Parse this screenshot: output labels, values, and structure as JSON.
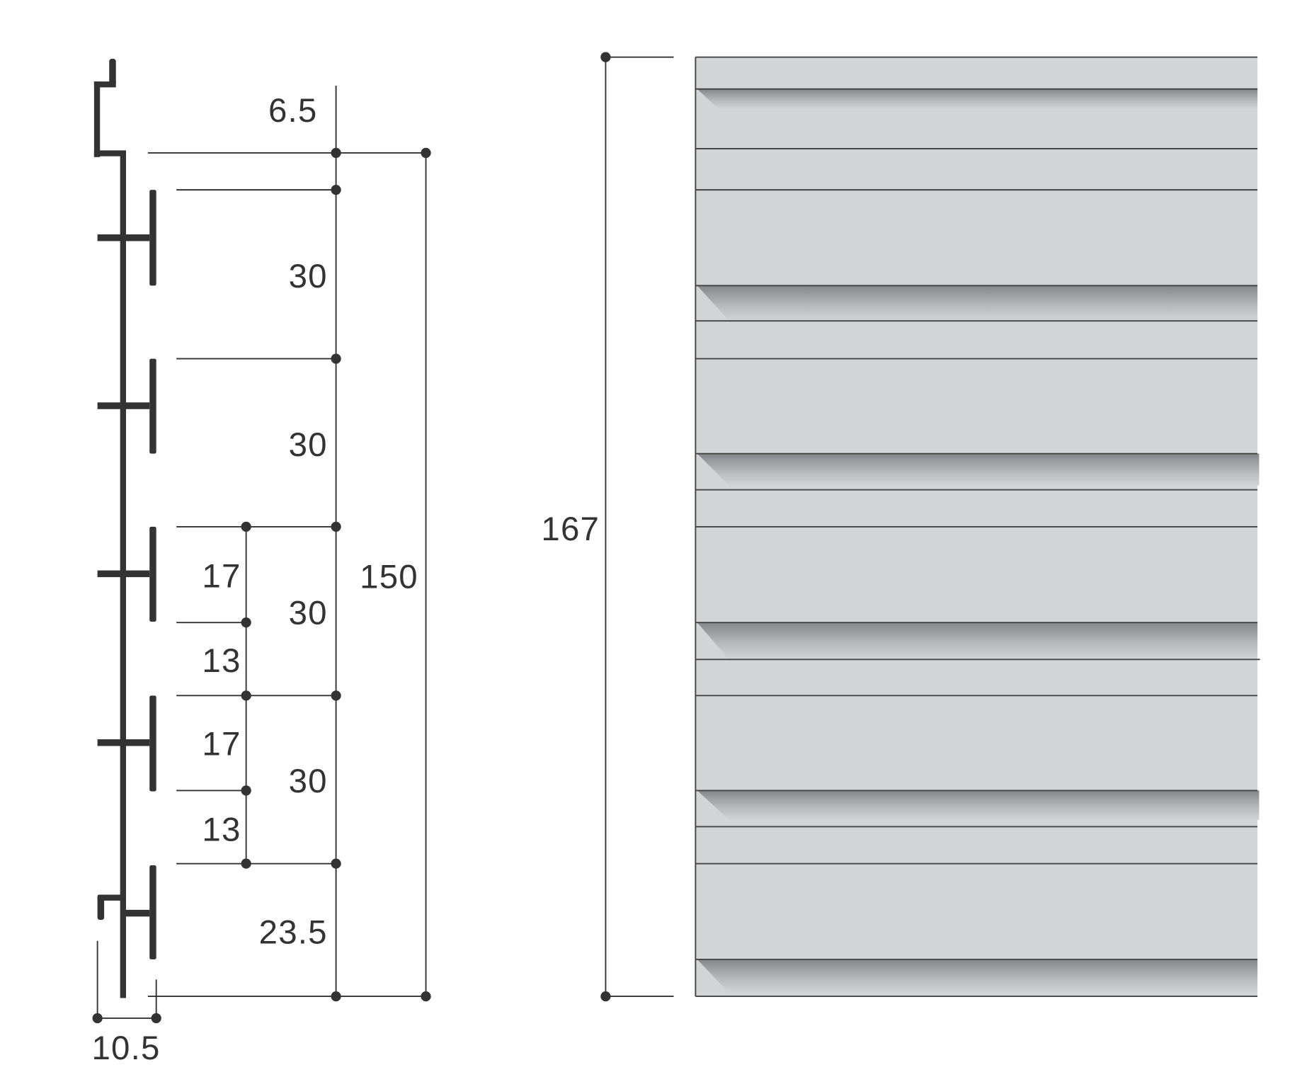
{
  "profile_dimensions": {
    "top_offset": "6.5",
    "pitch_1": "30",
    "pitch_2": "30",
    "pitch_3": "30",
    "pitch_4": "30",
    "bottom": "23.5",
    "sub_17_a": "17",
    "sub_13_a": "13",
    "sub_17_b": "17",
    "sub_13_b": "13",
    "total_height": "150",
    "depth": "10.5"
  },
  "panel_dimensions": {
    "overall_height": "167"
  },
  "colors": {
    "line": "#333333",
    "panel_fill": "#d3d4d6",
    "groove_shadow": "#8a8b8e"
  }
}
